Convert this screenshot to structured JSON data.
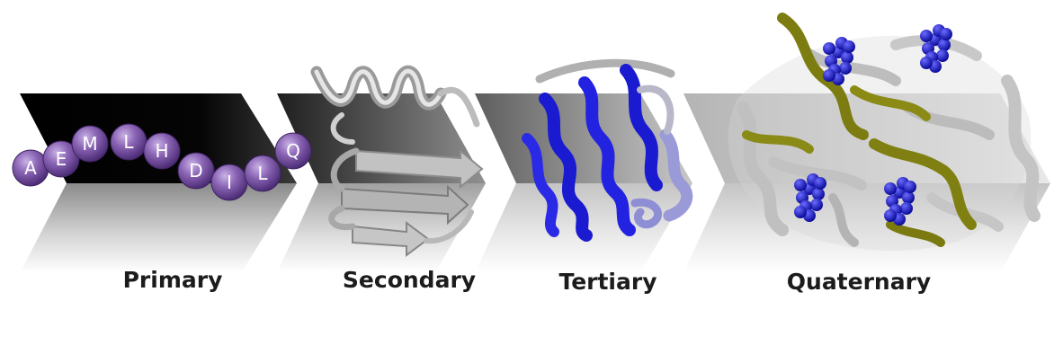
{
  "stages": [
    {
      "id": "primary",
      "label": "Primary"
    },
    {
      "id": "secondary",
      "label": "Secondary"
    },
    {
      "id": "tertiary",
      "label": "Tertiary"
    },
    {
      "id": "quaternary",
      "label": "Quaternary"
    }
  ],
  "primary_sequence": [
    "A",
    "E",
    "M",
    "L",
    "H",
    "D",
    "I",
    "L",
    "Q"
  ],
  "colors": {
    "bead": "#8a64b4",
    "helix_blue": "#1a1ad0",
    "helix_light": "#9a9ad8",
    "olive": "#8a8a10",
    "gray_ribbon": "#b8b8b8"
  }
}
